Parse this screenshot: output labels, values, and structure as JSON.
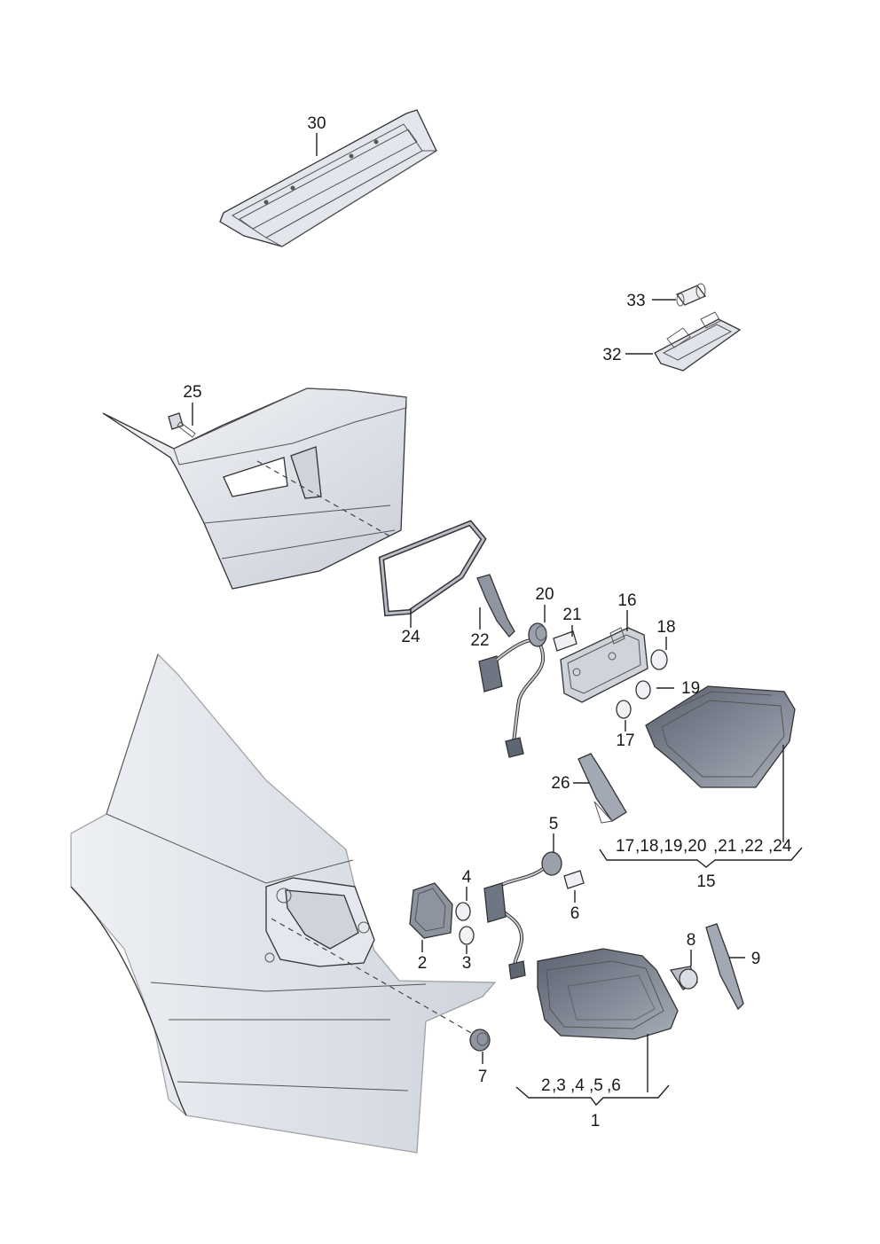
{
  "callouts": {
    "c30": "30",
    "c33": "33",
    "c32": "32",
    "c25": "25",
    "c24": "24",
    "c22a": "22",
    "c20a": "20",
    "c21a": "21",
    "c16": "16",
    "c18a": "18",
    "c19a": "19",
    "c17a": "17",
    "c26": "26",
    "c5a": "5",
    "c4a": "4",
    "c6a": "6",
    "c2a": "2",
    "c3a": "3",
    "c8": "8",
    "c9": "9",
    "c7": "7"
  },
  "group15": {
    "members": [
      "17",
      ",18",
      ",19",
      ",20",
      ",21",
      ",22",
      ",24"
    ],
    "number": "15"
  },
  "group1": {
    "members": [
      "2",
      ",3",
      ",4",
      ",5",
      ",6"
    ],
    "number": "1"
  },
  "colors": {
    "part_fill": "#dfe2e8",
    "part_dark": "#9ca3af",
    "lamp_dark": "#6b7280",
    "body_fill": "#e6e9ef",
    "line": "#222222"
  }
}
